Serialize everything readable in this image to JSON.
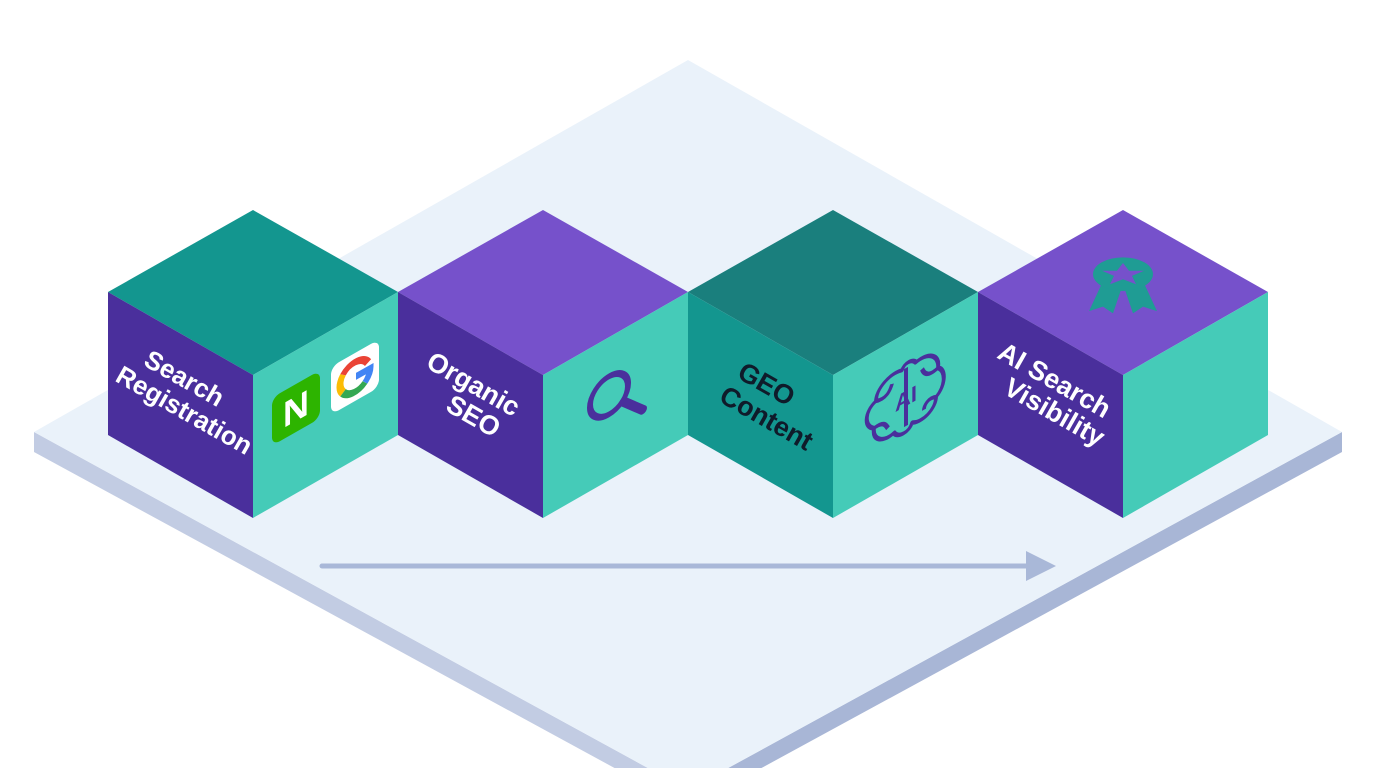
{
  "steps": [
    {
      "lines": [
        "Search",
        "Registration"
      ],
      "icons": [
        "naver-logo-icon",
        "google-logo-icon"
      ],
      "icon_letters": [
        "N",
        "G"
      ],
      "colors": {
        "top": "#13968F",
        "left": "#4A2F9C",
        "right": "#45CBB8",
        "text": "#FFFFFF"
      }
    },
    {
      "lines": [
        "Organic",
        "SEO"
      ],
      "icons": [
        "magnifier-icon"
      ],
      "colors": {
        "top": "#7651CB",
        "left": "#4A2F9C",
        "right": "#45CBB8",
        "text": "#FFFFFF"
      }
    },
    {
      "lines": [
        "GEO",
        "Content"
      ],
      "icons": [
        "ai-brain-icon"
      ],
      "icon_letters": [
        "AI"
      ],
      "colors": {
        "top": "#1A7F7D",
        "left": "#13968F",
        "right": "#45CBB8",
        "text": "#0F1B2A"
      }
    },
    {
      "lines": [
        "AI Search",
        "Visibility"
      ],
      "icons": [
        "award-badge-icon"
      ],
      "colors": {
        "top": "#7651CB",
        "left": "#4A2F9C",
        "right": "#45CBB8",
        "text": "#FFFFFF"
      }
    }
  ],
  "colors": {
    "platform_top": "#EAF2FA",
    "platform_left": "#C2CCE3",
    "platform_right": "#A8B6D6",
    "arrow": "#A9B8D8",
    "icon_purple": "#4A2F9C",
    "icon_teal": "#1F9C94",
    "naver_green": "#2DB400"
  }
}
